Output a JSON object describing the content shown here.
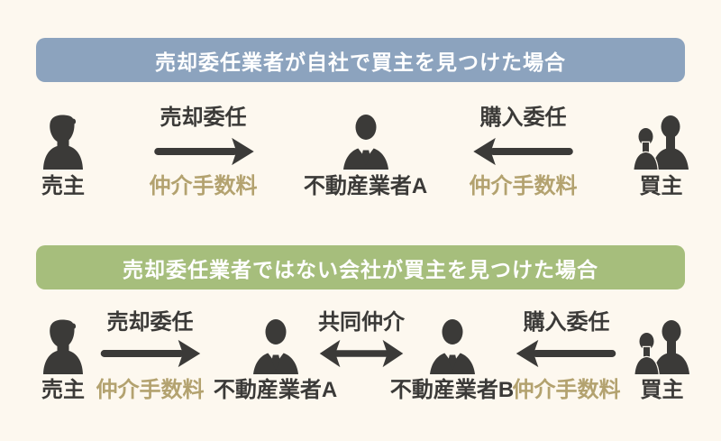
{
  "colors": {
    "bg": "#FDF8EF",
    "ink": "#3B3A38",
    "banner_blue": "#8CA3BE",
    "banner_green": "#A6BE7C",
    "banner_text": "#FFFFFF",
    "fee": "#B3A26F"
  },
  "sections": [
    {
      "title": "売却委任業者が自社で買主を見つけた場合",
      "variant": "blue"
    },
    {
      "title": "売却委任業者ではない会社が買主を見つけた場合",
      "variant": "green"
    }
  ],
  "diagram1": {
    "seller": "売主",
    "agent_a": "不動産業者A",
    "buyer": "買主",
    "sell_label": "売却委任",
    "sell_fee": "仲介手数料",
    "buy_label": "購入委任",
    "buy_fee": "仲介手数料"
  },
  "diagram2": {
    "seller": "売主",
    "agent_a": "不動産業者A",
    "agent_b": "不動産業者B",
    "buyer": "買主",
    "sell_label": "売却委任",
    "sell_fee": "仲介手数料",
    "joint_label": "共同仲介",
    "buy_label": "購入委任",
    "buy_fee": "仲介手数料"
  },
  "icons": {
    "seller": "person-icon",
    "agent": "business-person-icon",
    "buyer": "two-people-icon",
    "sell": "arrow-right-icon",
    "buy": "arrow-left-icon",
    "joint": "arrow-both-icon"
  }
}
